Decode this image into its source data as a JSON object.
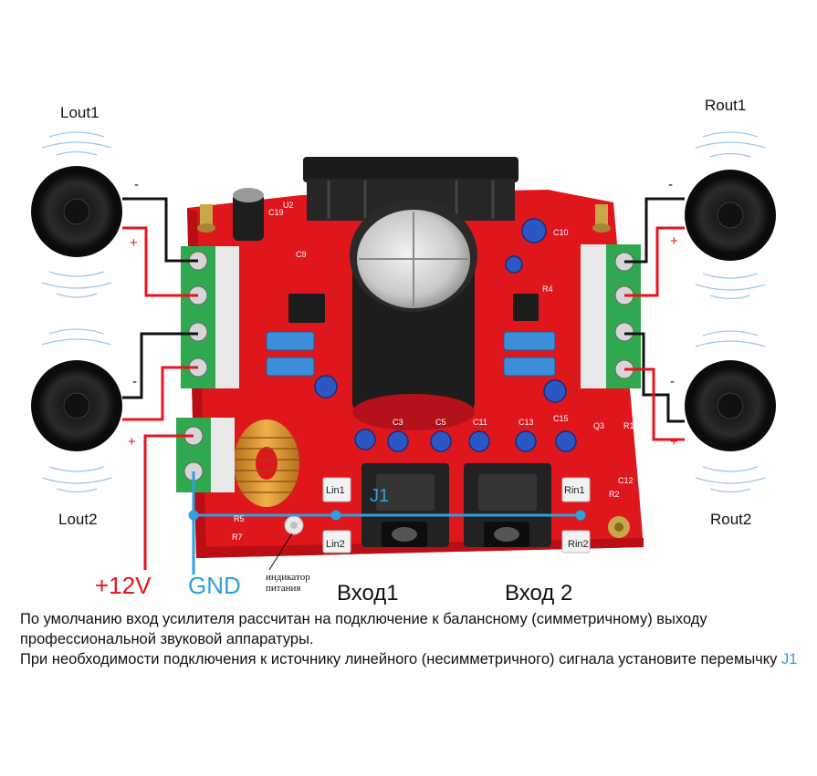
{
  "speakers": {
    "lout1": "Lout1",
    "lout2": "Lout2",
    "rout1": "Rout1",
    "rout2": "Rout2"
  },
  "polarity": {
    "minus": "-",
    "plus": "+"
  },
  "power": {
    "v12": "+12V",
    "gnd": "GND",
    "indicator": "индикатор питания"
  },
  "inputs": {
    "in1": "Вход1",
    "in2": "Вход 2",
    "lin1": "Lin1",
    "lin2": "Lin2",
    "rin1": "Rin1",
    "rin2": "Rin2",
    "jumper": "J1"
  },
  "board_labels": {
    "c19": "C19",
    "c9": "C9",
    "c10": "C10",
    "c3": "C3",
    "c5": "C5",
    "c11": "C11",
    "c13": "C13",
    "c15": "C15",
    "c12": "C12",
    "r1": "R1",
    "r2": "R2",
    "r4": "R4",
    "q3": "Q3",
    "u2": "U2",
    "r7": "R7",
    "r5": "R5"
  },
  "note": {
    "line1": "По умолчанию вход усилителя рассчитан на подключение к балансному (симметричному) выходу профессиональной звуковой аппаратуры.",
    "line2_prefix": "При необходимости подключения к источнику линейного (несимметричного) сигнала установите перемычку ",
    "line2_jumper": "J1"
  },
  "colors": {
    "board": "#e0161d",
    "accent_blue": "#2f9fe0",
    "power_red": "#e8141c",
    "terminal_green": "#2fa84f"
  }
}
